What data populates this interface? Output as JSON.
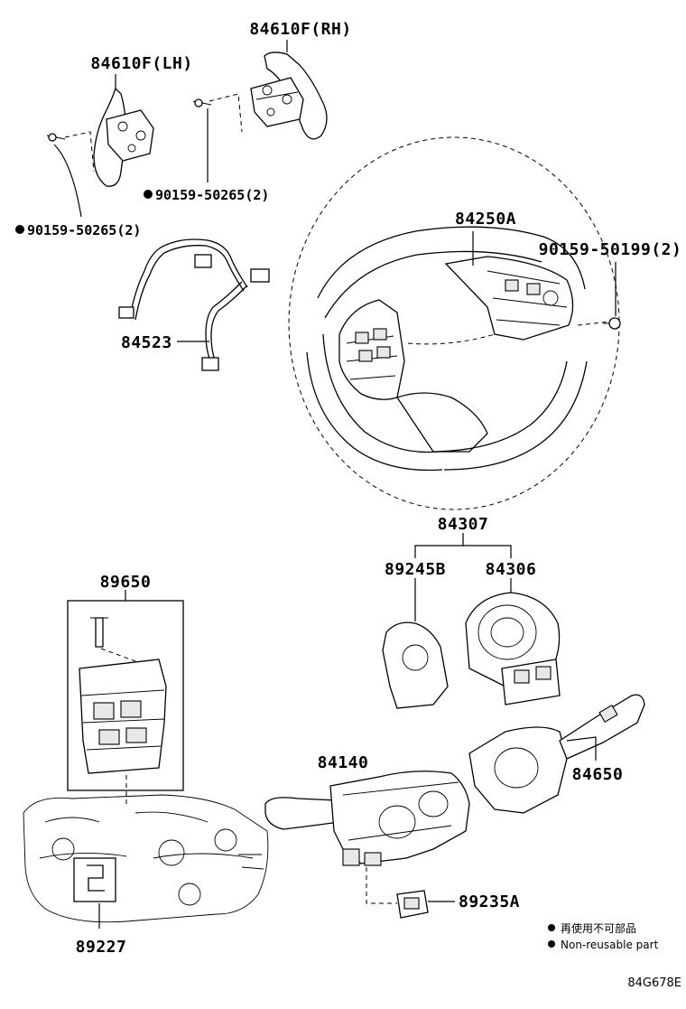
{
  "labels": {
    "p84610F_RH": "84610F(RH)",
    "p84610F_LH": "84610F(LH)",
    "bolt_rh": "90159-50265(2)",
    "bolt_lh": "90159-50265(2)",
    "p84250A": "84250A",
    "bolt_wheel": "90159-50199(2)",
    "p84523": "84523",
    "p84307": "84307",
    "p89245B": "89245B",
    "p84306": "84306",
    "p89650": "89650",
    "p84140": "84140",
    "p84650": "84650",
    "p89235A": "89235A",
    "p89227": "89227"
  },
  "legend": {
    "jp": "再使用不可部品",
    "en": "Non-reusable part"
  },
  "diagram_code": "84G678E"
}
